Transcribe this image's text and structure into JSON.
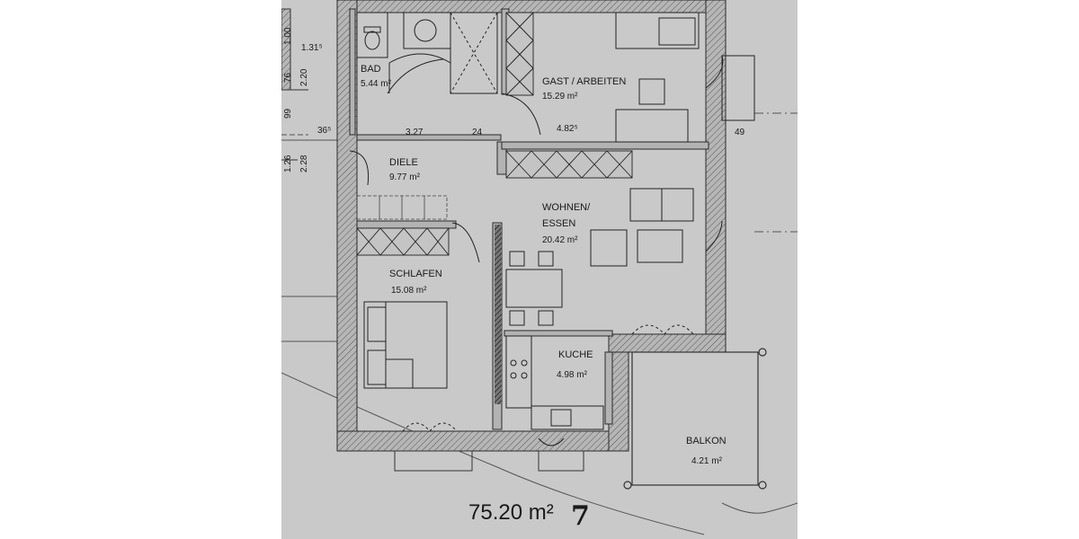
{
  "rooms": {
    "bad": {
      "name": "BAD",
      "area": "5.44 m²"
    },
    "gast": {
      "name": "GAST / ARBEITEN",
      "area": "15.29 m²"
    },
    "diele": {
      "name": "DIELE",
      "area": "9.77 m²"
    },
    "wohnen_line1": "WOHNEN/",
    "wohnen_line2": "ESSEN",
    "wohnen_area": "20.42 m²",
    "schlafen": {
      "name": "SCHLAFEN",
      "area": "15.08 m²"
    },
    "kueche": {
      "name": "KUCHE",
      "area": "4.98 m²"
    },
    "balkon": {
      "name": "BALKON",
      "area": "4.21 m²"
    }
  },
  "dimensions": {
    "d1": "1.31⁵",
    "d2": "3.27",
    "d3": "24",
    "d4": "4.82⁵",
    "d5": "36⁵",
    "d6": "49",
    "d7": "2.20",
    "d8": "2.28",
    "d9": "1.00",
    "d10": "76",
    "d11": "99",
    "d12": "1.26"
  },
  "total_area": "75.20 m²",
  "handwritten_mark": "7",
  "colors": {
    "sheet": "#c9c9c9",
    "wall_fill": "#b3b3b3",
    "ink": "#1a1a1a",
    "line": "#3a3a3a"
  }
}
